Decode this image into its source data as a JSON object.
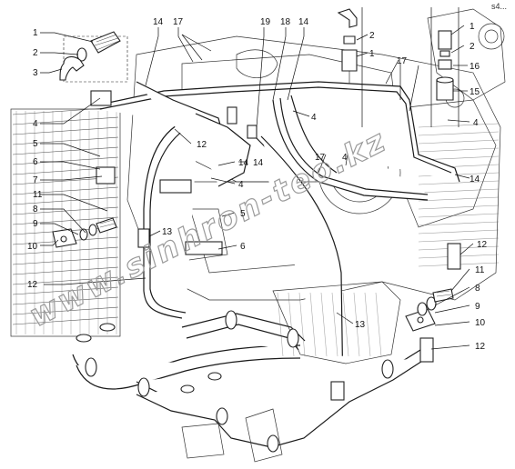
{
  "corner_id": "s4...",
  "watermark": "www.sinhron-teo.kz",
  "callouts_left": [
    "1",
    "2",
    "3",
    "4",
    "5",
    "6",
    "7",
    "11",
    "8",
    "9",
    "10",
    "12"
  ],
  "callouts_top": [
    "14",
    "17",
    "19",
    "18",
    "14"
  ],
  "callouts_center": [
    "12",
    "14",
    "4",
    "13",
    "5",
    "6",
    "14",
    "4",
    "17",
    "4",
    "13"
  ],
  "callouts_topright": [
    "2",
    "1",
    "17",
    "1",
    "2",
    "16",
    "15",
    "4"
  ],
  "callouts_right": [
    "14",
    "12",
    "11",
    "8",
    "9",
    "10",
    "12"
  ]
}
